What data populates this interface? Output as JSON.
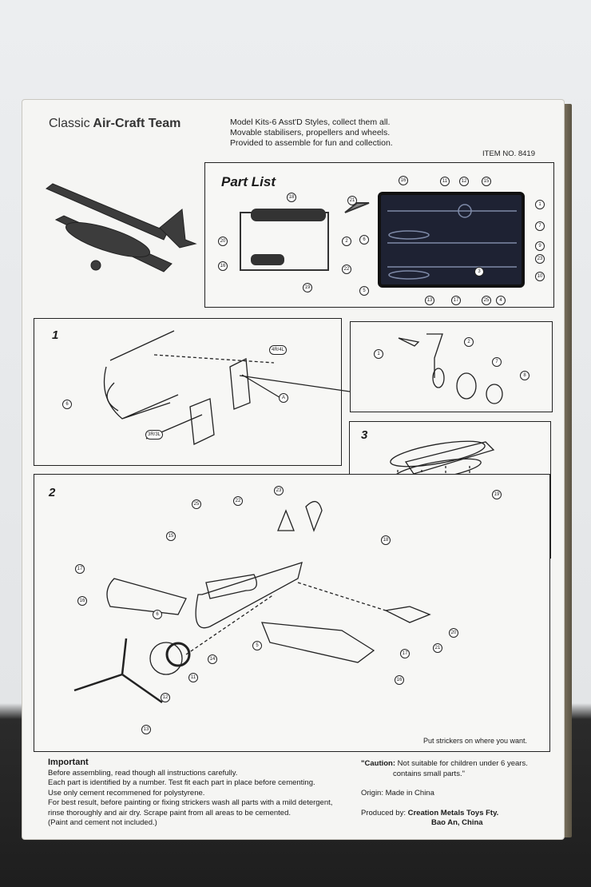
{
  "header": {
    "title_light": "Classic",
    "title_bold": "Air-Craft Team",
    "intro": [
      "Model Kits-6 Asst'D Styles, collect them all.",
      "Movable stabilisers, propellers and wheels.",
      "Provided to assemble for fun and collection."
    ],
    "item_no": "ITEM NO. 8419"
  },
  "part_list": {
    "title": "Part List",
    "callouts": [
      "18",
      "21",
      "20",
      "2",
      "16",
      "22",
      "19",
      "6",
      "5",
      "16",
      "11",
      "12",
      "15",
      "1",
      "7",
      "9",
      "23",
      "10",
      "13",
      "17",
      "25",
      "4",
      "3"
    ]
  },
  "step1": {
    "number": "1",
    "callouts": [
      "6",
      "4R/4L",
      "A",
      "3R/3L"
    ]
  },
  "wheels": {
    "callouts": [
      "1",
      "2",
      "7",
      "8"
    ]
  },
  "step3": {
    "number": "3",
    "callouts": [
      "19",
      "18"
    ]
  },
  "step2": {
    "number": "2",
    "callouts": [
      "25",
      "22",
      "23",
      "15",
      "17",
      "16",
      "6",
      "5",
      "14",
      "11",
      "12",
      "13",
      "20",
      "21",
      "17",
      "16"
    ],
    "note": "Put strickers on where you want."
  },
  "important": {
    "title": "Important",
    "lines": [
      "Before assembling, read though all instructions carefully.",
      "Each part is identified by a number. Test fit each part in place before cementing.",
      "Use only cement recommened for polystyrene.",
      "For best result, before painting or fixing strickers wash all parts with a mild detergent,",
      "rinse thoroughly and air dry. Scrape paint from all areas to be cemented.",
      "(Paint and cement not included.)"
    ]
  },
  "caution": {
    "label": "\"Caution:",
    "text": "Not suitable for children under 6 years.",
    "text2": "contains small parts.\""
  },
  "origin": "Origin: Made in China",
  "produced": {
    "label": "Produced by:",
    "company": "Creation Metals Toys Fty.",
    "place": "Bao An, China"
  }
}
